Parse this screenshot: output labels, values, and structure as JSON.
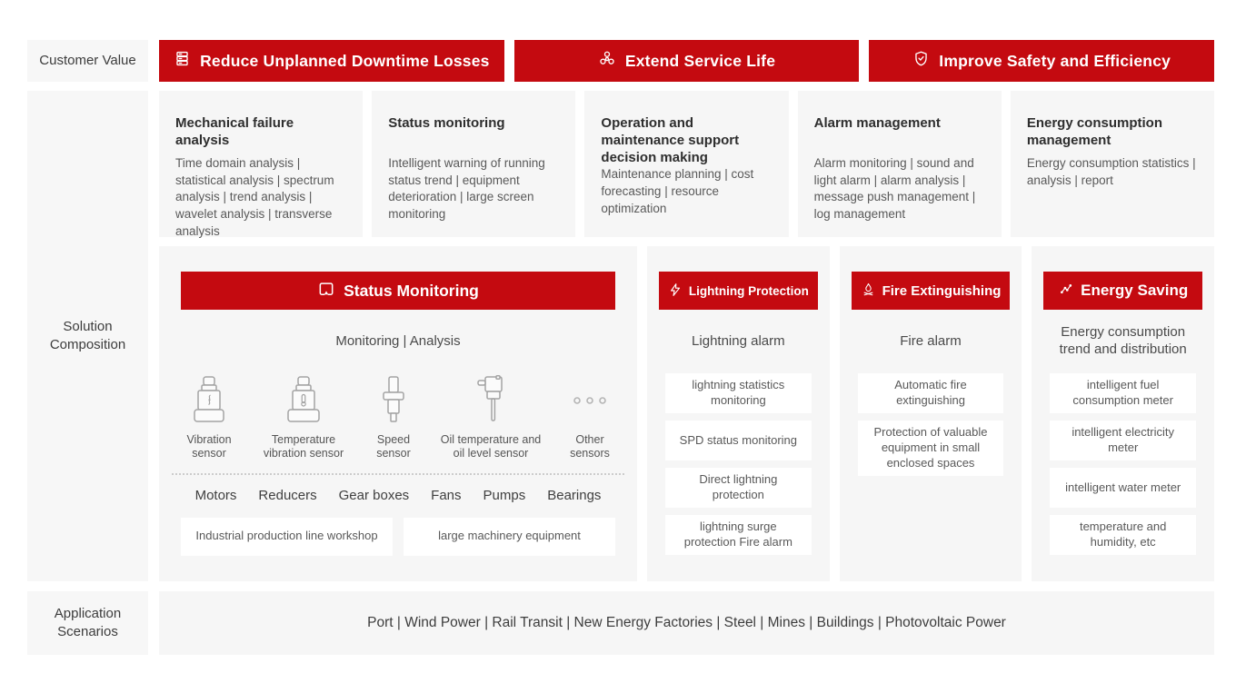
{
  "colors": {
    "accent": "#c40a10",
    "panel_bg": "#f6f6f6",
    "box_bg": "#ffffff"
  },
  "customer_value": {
    "label": "Customer Value",
    "banners": [
      {
        "icon": "server-stack-icon",
        "label": "Reduce Unplanned Downtime Losses"
      },
      {
        "icon": "fan-icon",
        "label": "Extend Service Life"
      },
      {
        "icon": "shield-check-icon",
        "label": "Improve Safety and Efficiency"
      }
    ]
  },
  "solution": {
    "label": "Solution Composition",
    "feature_cards": [
      {
        "title": "Mechanical failure analysis",
        "body": "Time domain analysis | statistical analysis | spectrum analysis | trend analysis | wavelet analysis | transverse analysis"
      },
      {
        "title": "Status monitoring",
        "body": "Intelligent warning of running status trend | equipment deterioration | large screen monitoring"
      },
      {
        "title": "Operation and maintenance support decision making",
        "body": "Maintenance planning | cost forecasting | resource optimization"
      },
      {
        "title": "Alarm management",
        "body": "Alarm monitoring | sound and light alarm | alarm analysis | message push management | log management"
      },
      {
        "title": "Energy consumption management",
        "body": "Energy consumption statistics | analysis | report"
      }
    ],
    "status_panel": {
      "title": "Status Monitoring",
      "title_icon": "monitor-icon",
      "subtitle": "Monitoring | Analysis",
      "sensors": [
        {
          "icon": "vibration-sensor-icon",
          "label": "Vibration sensor"
        },
        {
          "icon": "temperature-vibration-sensor-icon",
          "label": "Temperature vibration sensor"
        },
        {
          "icon": "speed-sensor-icon",
          "label": "Speed sensor"
        },
        {
          "icon": "oil-sensor-icon",
          "label": "Oil temperature and oil level sensor"
        },
        {
          "icon": "ellipsis-icon",
          "label": "Other sensors"
        }
      ],
      "equipment": [
        "Motors",
        "Reducers",
        "Gear boxes",
        "Fans",
        "Pumps",
        "Bearings"
      ],
      "boxes": [
        "Industrial production line workshop",
        "large machinery equipment"
      ]
    },
    "panels": [
      {
        "icon": "lightning-icon",
        "title": "Lightning Protection",
        "subtitle": "Lightning alarm",
        "items": [
          "lightning statistics monitoring",
          "SPD status monitoring",
          "Direct lightning protection",
          "lightning surge protection Fire alarm"
        ]
      },
      {
        "icon": "campfire-icon",
        "title": "Fire Extinguishing",
        "subtitle": "Fire alarm",
        "items": [
          "Automatic fire extinguishing",
          "Protection of valuable equipment in small enclosed spaces"
        ]
      },
      {
        "icon": "trend-line-icon",
        "title": "Energy Saving",
        "subtitle": "Energy consumption trend and distribution",
        "items": [
          "intelligent fuel consumption meter",
          "intelligent electricity meter",
          "intelligent water meter",
          "temperature and humidity, etc"
        ]
      }
    ]
  },
  "application_scenarios": {
    "label": "Application Scenarios",
    "text": "Port | Wind Power | Rail Transit | New Energy Factories | Steel | Mines | Buildings | Photovoltaic Power"
  }
}
